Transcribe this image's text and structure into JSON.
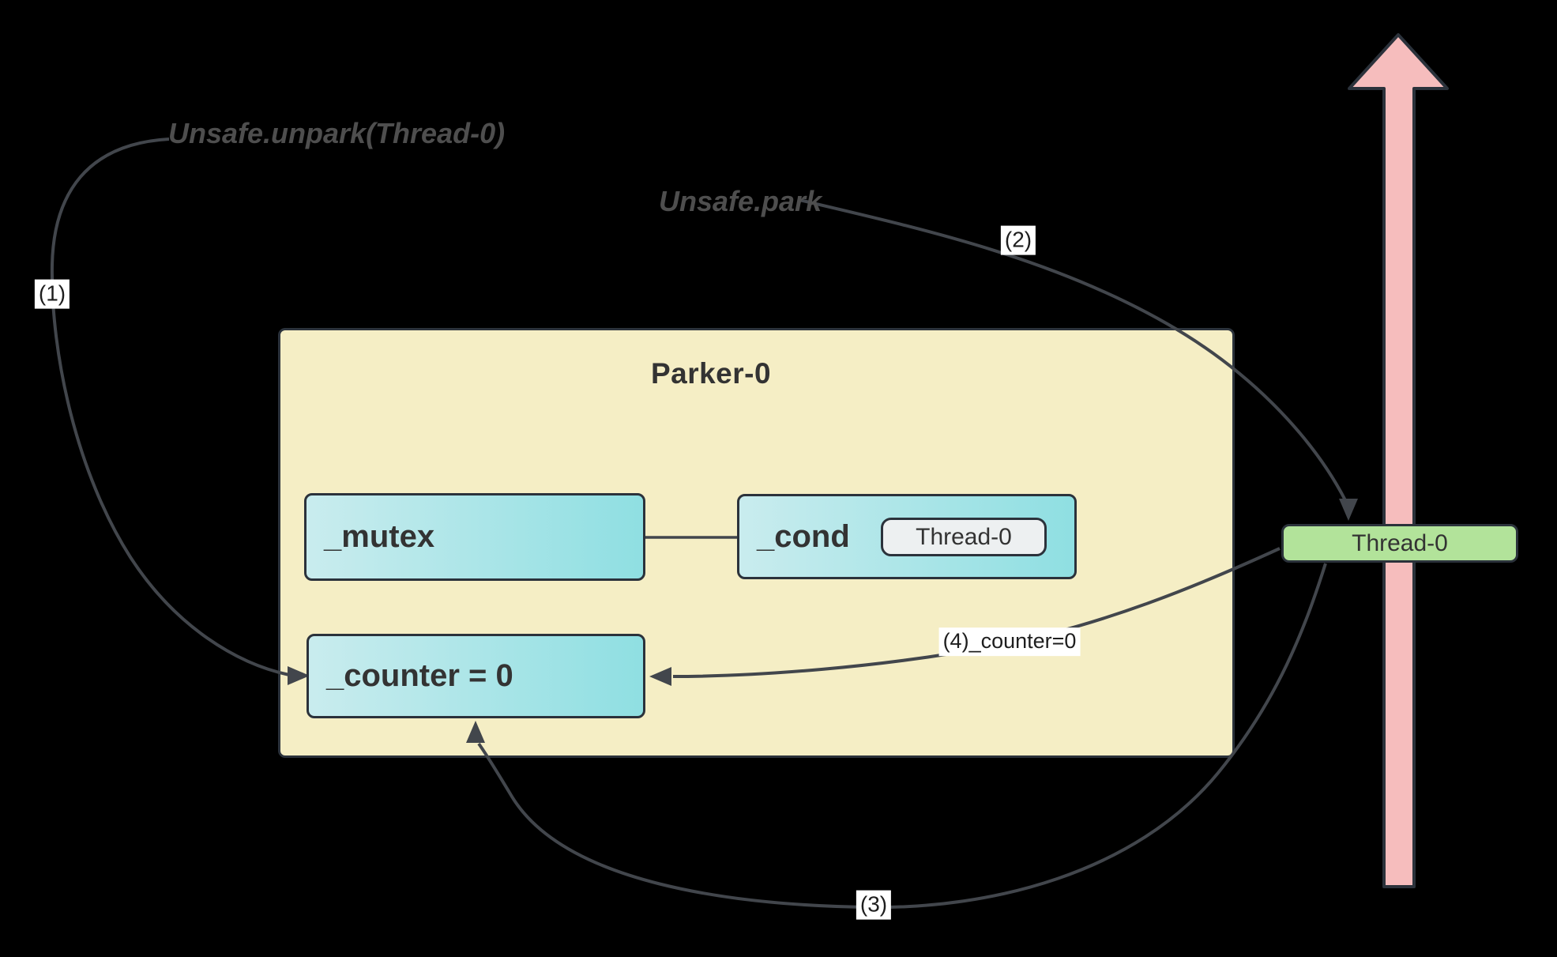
{
  "colors": {
    "background": "#000000",
    "curve": "#42464c",
    "border": "#2b323b",
    "parker-fill": "#f5eec5",
    "node-fill-light": "#c9ecee",
    "node-fill-dark": "#8fdfe2",
    "waiter-fill": "#edf0f1",
    "thread-fill": "#b2e39a",
    "timeline-fill": "#f6bdbd",
    "label-bg": "#ffffff",
    "text": "#333333",
    "annotation-text": "#4e4e4e",
    "step-text": "#1e1e1e"
  },
  "annotations": {
    "unpark": "Unsafe.unpark(Thread-0)",
    "park": "Unsafe.park",
    "step1": "(1)",
    "step2": "(2)",
    "step3": "(3)",
    "step4": "(4)_counter=0"
  },
  "parker": {
    "title": "Parker-0",
    "mutex": "_mutex",
    "cond": "_cond",
    "cond_waiter": "Thread-0",
    "counter": "_counter = 0"
  },
  "thread": {
    "label": "Thread-0"
  }
}
